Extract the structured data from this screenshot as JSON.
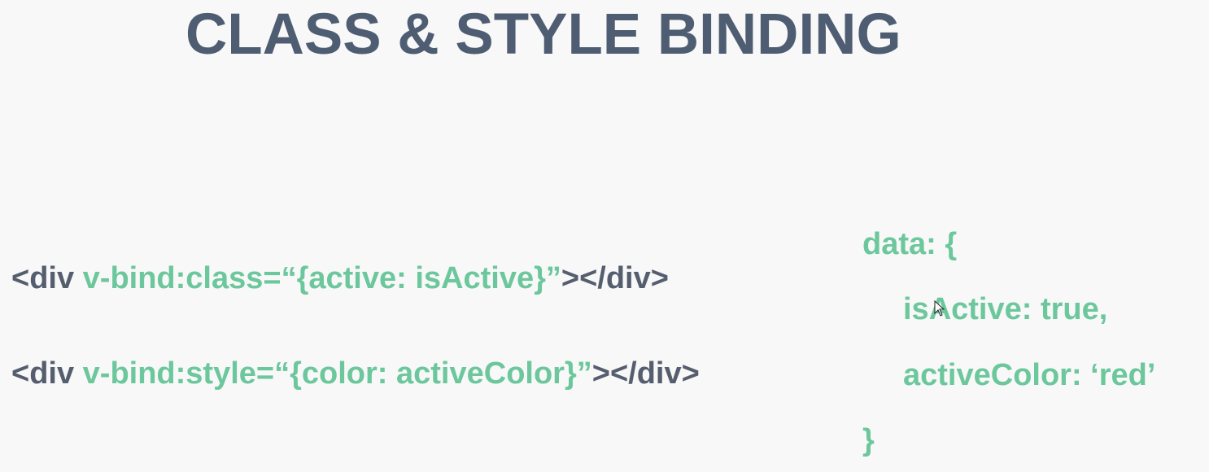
{
  "slide": {
    "title": "CLASS & STYLE BINDING"
  },
  "code": {
    "line1": {
      "open_tag": "<div",
      "binding": " v-bind:class=“{active: isActive}”",
      "close_tag": "></div>"
    },
    "line2": {
      "open_tag": "<div",
      "binding": " v-bind:style=“{color: activeColor}”",
      "close_tag": "></div>"
    }
  },
  "data_block": {
    "open": "data: {",
    "prop1": "isActive: true,",
    "prop2": "activeColor: ‘red’",
    "close": "}"
  },
  "colors": {
    "title": "#4f5d73",
    "tag": "#555e6e",
    "accent": "#6cc79c",
    "background": "#f8f8f8"
  },
  "icons": {
    "cursor": "mouse-pointer-icon"
  }
}
